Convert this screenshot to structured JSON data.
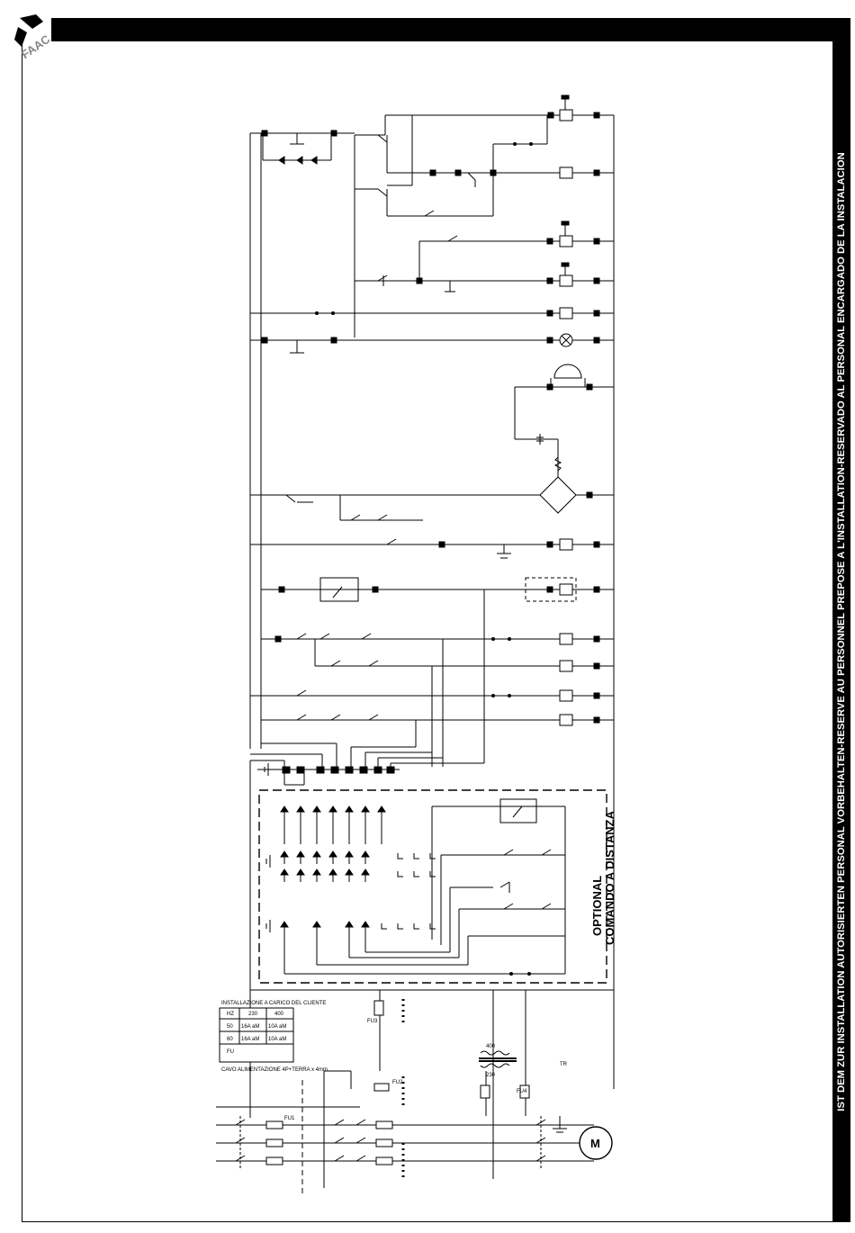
{
  "header": {
    "side_text": "IST DEM ZUR INSTALLATION AUTORISIERTEN PERSONAL VORBEHALTEN-RESERVE AU PERSONNEL PREPOSE A L'INSTALLATION-RESERVADO AL PERSONAL ENCARGADO DE LA INSTALACION",
    "logo_text": "FAAC"
  },
  "diagram": {
    "optional_label": "OPTIONAL",
    "remote_label": "COMANDO A DISTANZA",
    "install_note": "INSTALLAZIONE A CARICO DEL CLIENTE",
    "table_header_hz": "HZ",
    "table_header_v230": "230",
    "table_header_v400": "400",
    "table_row50_hz": "50",
    "table_row50_a": "16A aM",
    "table_row50_b": "10A aM",
    "table_row60_hz": "60",
    "table_row60_a": "16A aM",
    "table_row60_b": "10A aM",
    "table_fu": "FU",
    "cable_note": "CAVO ALIMENTAZIONE 4P+TERRA x 4mm",
    "motor_label": "M",
    "transformer_label": "TR",
    "transformer_v1": "400",
    "transformer_v2": "230",
    "fuse_fu1": "FU1",
    "fuse_fu2": "FU2",
    "fuse_fu3": "FU3",
    "fuse_fu4": "FU4"
  },
  "colors": {
    "ink": "#000000",
    "paper": "#ffffff"
  }
}
